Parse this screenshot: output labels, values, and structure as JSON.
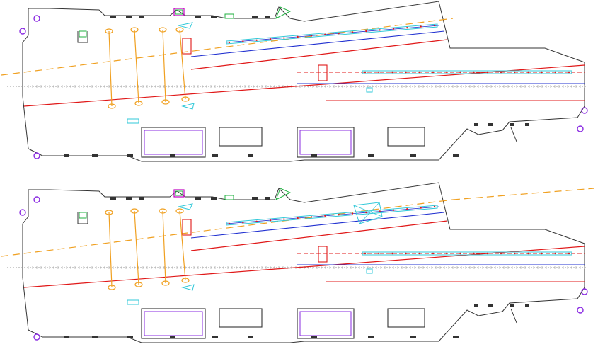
{
  "colors": {
    "hull": "#333333",
    "orange": "#f0a020",
    "red": "#e01818",
    "blue": "#2030d0",
    "cyan": "#30c8d8",
    "purple": "#8a2be2",
    "green": "#20b040",
    "magenta": "#c000c0",
    "grey": "#9a9a9a"
  },
  "views": [
    {
      "id": "top-plan",
      "arresting_wires": 4,
      "elevators": 4,
      "lights_per_row": 16
    },
    {
      "id": "bottom-plan",
      "arresting_wires": 4,
      "elevators": 4,
      "lights_per_row": 16
    }
  ]
}
